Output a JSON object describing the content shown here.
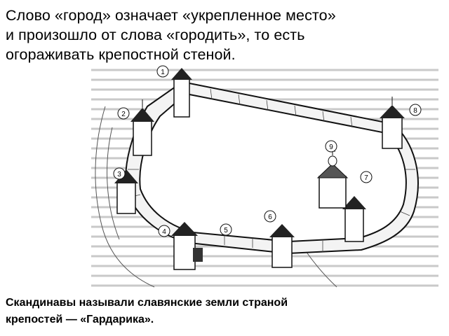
{
  "slide": {
    "intro_lines": [
      "Слово «город» означает «укрепленное место»",
      "и произошло от слова «городить», то есть",
      "огораживать крепостной стеной."
    ],
    "caption_lines": [
      "Скандинавы называли славянские земли страной",
      "крепостей — «Гардарика»."
    ]
  },
  "illustration": {
    "subject": "drawing of a walled fortress with numbered towers",
    "markers": [
      "1",
      "2",
      "3",
      "4",
      "5",
      "6",
      "7",
      "8",
      "9"
    ]
  }
}
